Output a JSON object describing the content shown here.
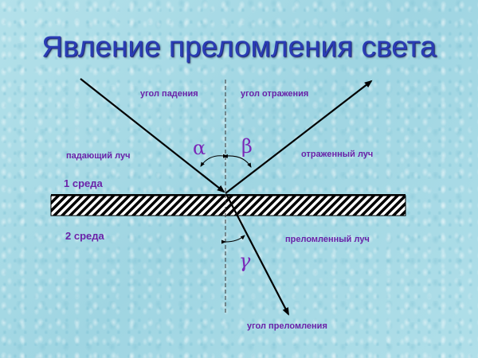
{
  "title": "Явление преломления света",
  "labels": {
    "angle_of_incidence": "угол падения",
    "angle_of_reflection": "угол отражения",
    "incident_ray": "падающий луч",
    "reflected_ray": "отраженный луч",
    "refracted_ray": "преломленный луч",
    "angle_of_refraction": "угол преломления",
    "medium_1": "1 среда",
    "medium_2": "2 среда"
  },
  "angles": {
    "alpha": "α",
    "beta": "β",
    "gamma": "γ"
  },
  "colors": {
    "title": "#2a3cb4",
    "labels": "#6a22a8",
    "rays": "#000000",
    "background": "#a9dbe6"
  }
}
